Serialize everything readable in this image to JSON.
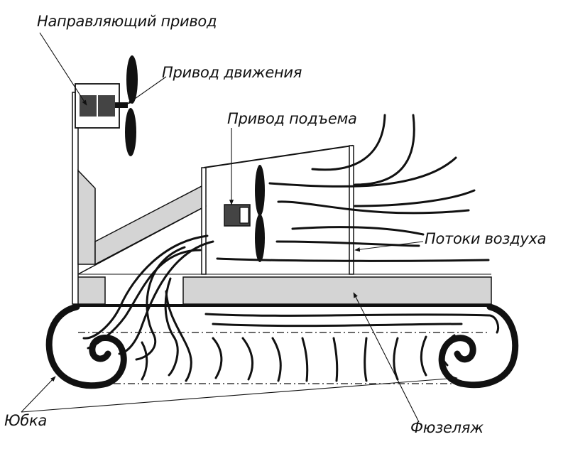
{
  "labels": {
    "guide_drive": "Направляющий привод",
    "motion_drive": "Привод движения",
    "lift_drive": "Привод подъема",
    "air_flows": "Потоки воздуха",
    "skirt": "Юбка",
    "fuselage": "Фюзеляж"
  },
  "colors": {
    "line": "#111111",
    "panel": "#d4d4d4",
    "motor": "#444444",
    "background": "#ffffff"
  }
}
